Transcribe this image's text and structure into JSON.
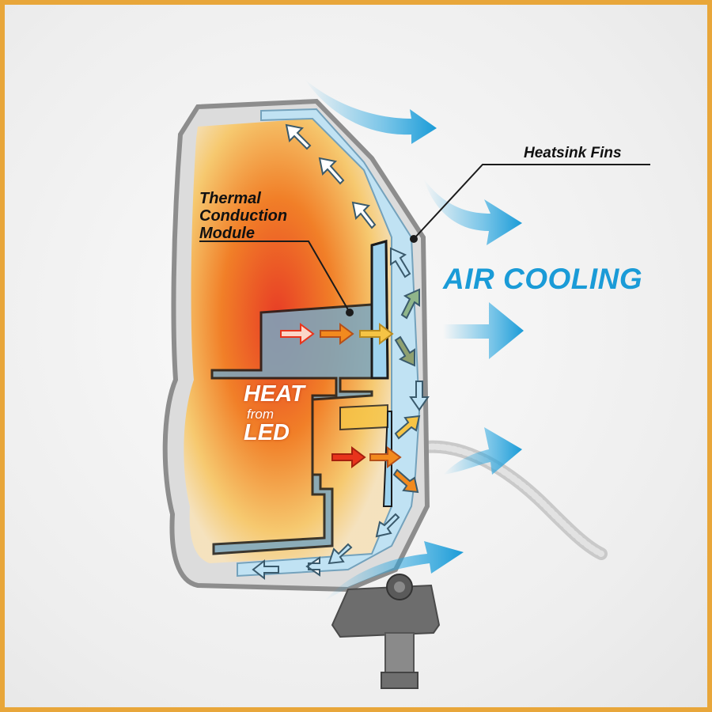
{
  "labels": {
    "heatsink_fins": "Heatsink Fins",
    "thermal_line1": "Thermal",
    "thermal_line2": "Conduction",
    "thermal_line3": "Module",
    "air_cooling": "AIR COOLING",
    "heat_line1": "HEAT",
    "heat_line2": "from",
    "heat_line3": "LED"
  },
  "colors": {
    "frame_border": "#e8a63a",
    "air_cooling_text": "#1a9bd7",
    "air_arrow": "#29a6e0",
    "heat_red": "#e8341c",
    "heat_orange": "#f28a1e",
    "heat_yellow": "#f6c445",
    "fin_blue": "#bfe3f5",
    "housing_gray": "#8d8d8d"
  }
}
